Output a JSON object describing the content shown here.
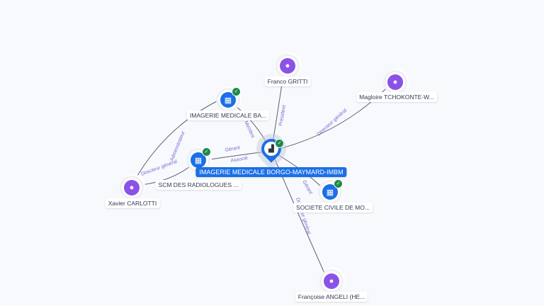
{
  "center": {
    "label": "IMAGERIE MEDICALE BORGO-MAYMARD-IMBM",
    "verified": true
  },
  "nodes": [
    {
      "id": "franco",
      "label": "Franco GRITTI",
      "type": "person"
    },
    {
      "id": "magloire",
      "label": "Magloire TCHOKONTE-W...",
      "type": "person"
    },
    {
      "id": "imagerie_ba",
      "label": "IMAGERIE MEDICALE BA...",
      "type": "company",
      "verified": true
    },
    {
      "id": "scm",
      "label": "SCM DES RADIOLOGUES ...",
      "type": "company",
      "verified": true
    },
    {
      "id": "xavier",
      "label": "Xavier CARLOTTI",
      "type": "person"
    },
    {
      "id": "societe",
      "label": "SOCIETE CIVILE DE MO...",
      "type": "company",
      "verified": true
    },
    {
      "id": "francoise",
      "label": "Françoise ANGELI (HE...",
      "type": "person"
    }
  ],
  "edges": {
    "franco": "Président",
    "magloire": "Directeur général",
    "imagerie_ba": "Membre",
    "scm_1": "Gérant",
    "scm_2": "Associé",
    "scm_3": "Directeur général",
    "societe": "Gérant",
    "francoise": "Directeur général",
    "xavier_imagerie": "Administrateur"
  },
  "colors": {
    "company": "#1a6fe6",
    "person": "#8b52e8",
    "verified": "#1d8a4b",
    "edge_label": "#6b6fd8"
  }
}
